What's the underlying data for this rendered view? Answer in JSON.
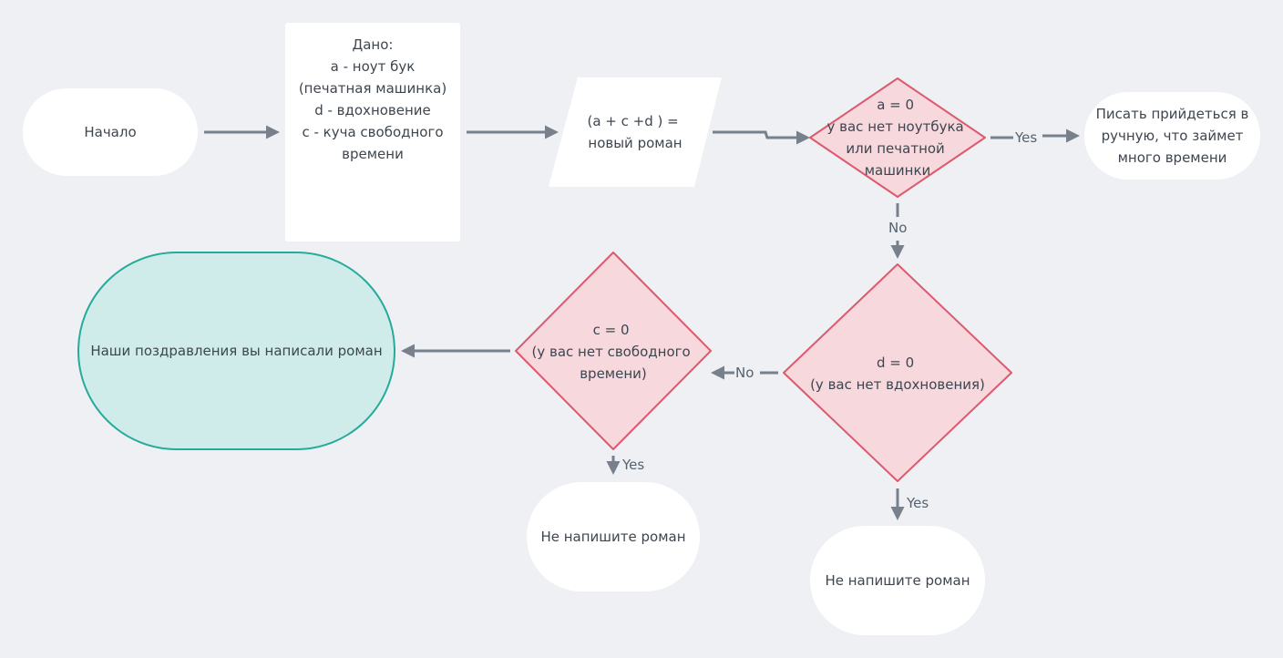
{
  "colors": {
    "background": "#eef0f3",
    "node_fill": "#ffffff",
    "decision_fill": "#f6d8dd",
    "decision_stroke": "#dd5a6e",
    "terminal_fill": "#d0ecea",
    "terminal_stroke": "#26ab9a",
    "connector": "#77808b"
  },
  "nodes": {
    "start": "Начало",
    "given": "Дано:\nа - ноут бук\n(печатная машинка)\nd - вдохновение\nc - куча свободного\nвремени",
    "formula": "(a + c +d ) =\nновый роман",
    "decision_a": [
      "a = 0",
      "у вас нет ноутбука",
      "или печатной",
      "машинки"
    ],
    "write_by_hand": "Писать прийдеться в\nручную, что займет\nмного времени",
    "decision_d": [
      "d = 0",
      "(у вас нет вдохновения)"
    ],
    "decision_c": [
      "c = 0",
      "(у вас нет свободного",
      "времени)"
    ],
    "congrats": "Наши поздравления вы написали роман",
    "no_novel_1": "Не напишите роман",
    "no_novel_2": "Не напишите роман"
  },
  "edge_labels": {
    "a_yes": "Yes",
    "a_no": "No",
    "d_no": "No",
    "d_yes": "Yes",
    "c_yes": "Yes"
  }
}
